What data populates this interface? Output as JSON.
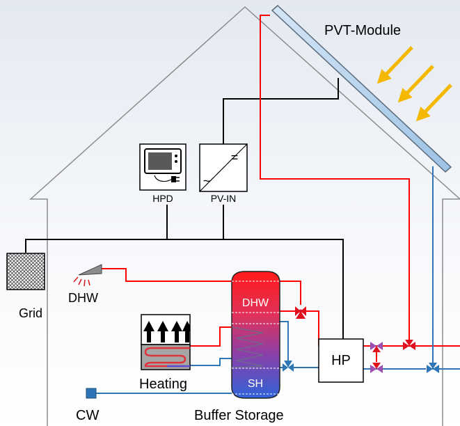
{
  "labels": {
    "pvt_module": "PVT-Module",
    "hpd": "HPD",
    "pv_inverter": "PV-IN",
    "inverter_dc": "=",
    "inverter_ac": "~",
    "grid": "Grid",
    "dhw_outlet": "DHW",
    "storage_dhw": "DHW",
    "storage_sh": "SH",
    "heat_pump": "HP",
    "heating": "Heating",
    "cold_water": "CW",
    "buffer_storage": "Buffer Storage"
  },
  "colors": {
    "background_gradient_top": "#e4e9f1",
    "hot_line": "#ff0000",
    "cold_line": "#2e75b6",
    "electric_line": "#000000",
    "house_outline": "#8c8c8c",
    "sun_arrows": "#f5b800",
    "pvt_panel": "#bdd7ee",
    "valve_purple": "#9b4fb0"
  }
}
